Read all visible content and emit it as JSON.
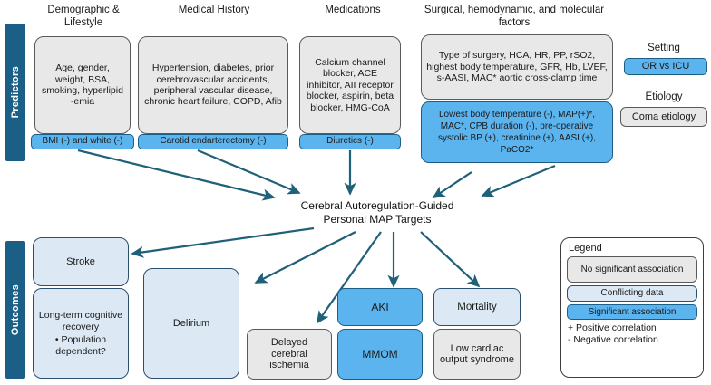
{
  "bands": {
    "predictors": "Predictors",
    "outcomes": "Outcomes"
  },
  "column_headers": {
    "demographic": "Demographic & Lifestyle",
    "medical_history": "Medical History",
    "medications": "Medications",
    "surgical": "Surgical, hemodynamic, and molecular factors",
    "setting": "Setting",
    "etiology": "Etiology"
  },
  "predictors": {
    "demographic_ns": "Age, gender, weight, BSA, smoking, hyperlipid -emia",
    "demographic_sig": "BMI (-) and white (-)",
    "medical_history_ns": "Hypertension, diabetes, prior cerebrovascular accidents, peripheral vascular disease, chronic heart failure, COPD, Afib",
    "medical_history_sig": "Carotid endarterectomy (-)",
    "medications_ns": "Calcium channel blocker, ACE inhibitor, AII receptor blocker, aspirin, beta blocker, HMG-CoA",
    "medications_sig": "Diuretics (-)",
    "surgical_ns": "Type of surgery, HCA, HR, PP, rSO2, highest body temperature, GFR, Hb, LVEF, s-AASI, MAC* aortic cross-clamp time",
    "surgical_sig": "Lowest body temperature (-), MAP(+)*, MAC*, CPB duration (-), pre-operative systolic BP (+), creatinine (+), AASI (+), PaCO2*",
    "setting_sig": "OR vs ICU",
    "etiology_ns": "Coma etiology"
  },
  "center": {
    "line1": "Cerebral Autoregulation-Guided",
    "line2": "Personal MAP Targets"
  },
  "outcomes": {
    "stroke": "Stroke",
    "long_term": "Long-term cognitive recovery",
    "long_term_bullet": "•   Population dependent?",
    "delirium": "Delirium",
    "delayed_cerebral_ischemia": "Delayed cerebral ischemia",
    "aki": "AKI",
    "mmom": "MMOM",
    "mortality": "Mortality",
    "low_cardiac": "Low cardiac output syndrome"
  },
  "legend": {
    "title": "Legend",
    "no_association": "No significant association",
    "conflicting": "Conflicting data",
    "significant": "Significant association",
    "positive_note": "+ Positive correlation",
    "negative_note": "- Negative correlation"
  },
  "colors": {
    "band": "#1b5f86",
    "significant": "#5cb4ef",
    "conflicting": "#dce8f4",
    "no_association": "#e8e8e8",
    "arrow": "#1f6179",
    "box_border_dark": "#5a5a5a",
    "box_border_blue": "#2a5070"
  }
}
